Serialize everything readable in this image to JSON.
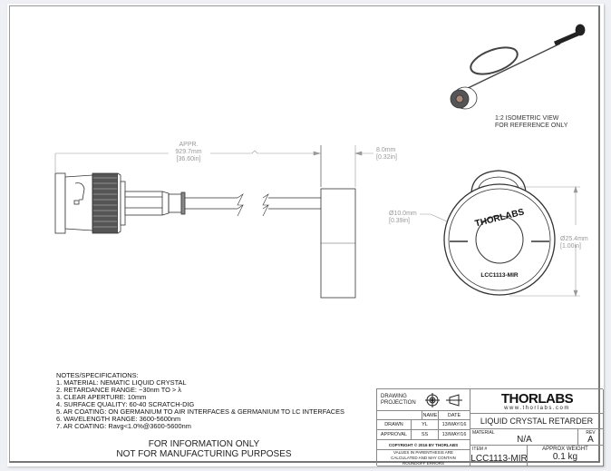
{
  "dimensions": {
    "length_label": "APPR.",
    "length_mm": "929.7mm",
    "length_in": "[36.60in]",
    "thickness_mm": "8.0mm",
    "thickness_in": "[0.32in]",
    "aperture_mm": "Ø10.0mm",
    "aperture_in": "[0.39in]",
    "diameter_mm": "Ø25.4mm",
    "diameter_in": "[1.00in]"
  },
  "front_view": {
    "brand": "THORLABS",
    "part": "LCC1113-MIR"
  },
  "isometric": {
    "line1": "1:2 ISOMETRIC VIEW",
    "line2": "FOR REFERENCE ONLY"
  },
  "notes": {
    "title": "NOTES/SPECIFICATIONS:",
    "items": [
      "1. MATERIAL: NEMATIC LIQUID CRYSTAL",
      "2. RETARDANCE RANGE: ~30nm TO > λ",
      "3. CLEAR APERTURE: 10mm",
      "4. SURFACE QUALITY: 60-40 SCRATCH-DIG",
      "5. AR COATING: ON GERMANIUM TO AIR INTERFACES & GERMANIUM TO LC INTERFACES",
      "6. WAVELENGTH RANGE: 3600-5600nm",
      "7. AR COATING: Ravg<1.0%@3600-5600nm"
    ]
  },
  "disclaimer": {
    "line1": "FOR INFORMATION ONLY",
    "line2": "NOT FOR MANUFACTURING PURPOSES"
  },
  "title_block": {
    "projection_label": "DRAWING PROJECTION",
    "name_header": "NAME",
    "date_header": "DATE",
    "drawn_label": "DRAWN",
    "drawn_name": "YL",
    "drawn_date": "13/MAY/16",
    "approval_label": "APPROVAL",
    "approval_name": "SS",
    "approval_date": "13/MAY/16",
    "copyright": "COPYRIGHT © 2016 BY THORLABS",
    "values_note": "VALUES IN PARENTHESIS ARE CALCULATED AND MAY CONTAIN ROUNDOFF ERRORS",
    "logo_text": "THORLABS",
    "website": "www.thorlabs.com",
    "title": "LIQUID CRYSTAL RETARDER",
    "material_label": "MATERIAL",
    "material": "N/A",
    "rev_label": "REV",
    "rev": "A",
    "item_label": "ITEM #",
    "item": "LCC1113-MIR",
    "weight_label": "APPROX WEIGHT",
    "weight": "0.1 kg"
  }
}
